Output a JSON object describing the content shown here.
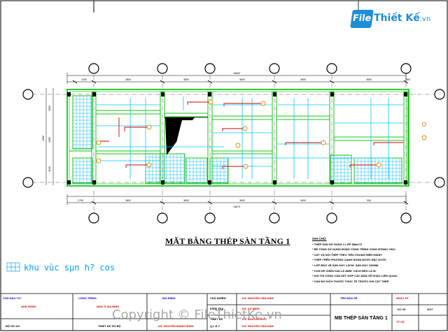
{
  "logo": {
    "mark": "File",
    "text": "Thiết Kế",
    "suffix": ".vn"
  },
  "drawing_title": "MẶT BẰNG THÉP SÀN TẦNG 1",
  "notes": {
    "heading": "GHI CHÚ:",
    "items": [
      "* THÉP SÀN SỬ DỤNG 1 LỚP Ø8a170",
      "* BÊ TÔNG SỬ DỤNG ĐÚNG CÔNG TRÌNH CÙNG BTMÁC 200#.",
      "* CẮT VÀ NỐI THÉP THEO TIÊU CHUẨN HIỆN HÀNH.",
      "* THÉP TRÊN PHƯƠNG CẠNH NGẮN ĐƯỢC ĐẶT DƯỚI.",
      "* LỚP BẢO VỆ SÀN DÀY 1,5CM. SÀN DÀY 100MM.",
      "* CON KÊ CHIỀU DÀI LÀ 8MM, CÁCH ĐỀU LÀ M.",
      "* KHI THI CÔNG CẦN KẾT HỢP CÁC BẢN VẼ KHÁC LIÊN QUAN.",
      "* CẦN ĐO KÍCH THƯỚC THỰC TẾ TRƯỚC KHI CẮT THÉP."
    ]
  },
  "legend_label": "khu vùc sµn h? cos",
  "dimensions": {
    "overall": "16600",
    "top": [
      "1200",
      "2800",
      "3800",
      "3800",
      "3600",
      "4800",
      "500"
    ],
    "bottom_overall": "16670",
    "bottom": [
      "1700",
      "3800",
      "3800",
      "3600",
      "4900",
      "500"
    ],
    "left": [
      "1500",
      "1350",
      "1100"
    ],
    "left_total": "4000"
  },
  "title_block": {
    "col1_label": "CHỦ ĐẦU TƯ:",
    "col1_value": "ANH HÙNG",
    "col2_label": "CÔNG TRÌNH:",
    "col2_value": "NHÀ Ở GIA ĐÌNH",
    "col3_label": "ĐỊA ĐIỂM:",
    "col3_value": "",
    "roles": [
      "CHỦ NHIỆM",
      "KIỂM TRA",
      "THIẾT KẾ",
      "Q.L.K.T"
    ],
    "names": [
      "KS. NGUYỄN VĂN NAM",
      "KS. VŨ MINH",
      "KS. NGUYỄN ĐỨC",
      "KS. NGUYỄN VĂN NAM"
    ],
    "sheet_label": "TÊN BẢN VẼ:",
    "sheet_value": "MB THÉP SÀN TẦNG 1",
    "date_label": "NGÀY HT",
    "date_value": "2017",
    "num_label": "KC 03",
    "row_bottom_a": "BỘ HỒ SƠ",
    "row_bottom_b": "THIẾT KẾ SƠ BỘ",
    "footer_name": "KS. NGUYỄN MẠNH HÙNG",
    "ratio": "TỶ LỆ"
  },
  "watermark": "Copyright © FileThietKe.vn",
  "colors": {
    "frame": "#000000",
    "beam": "#00c000",
    "rebar_blue": "#00c8ff",
    "rebar_red": "#d00000",
    "hook": "#e08a00",
    "axis": "#000000"
  }
}
